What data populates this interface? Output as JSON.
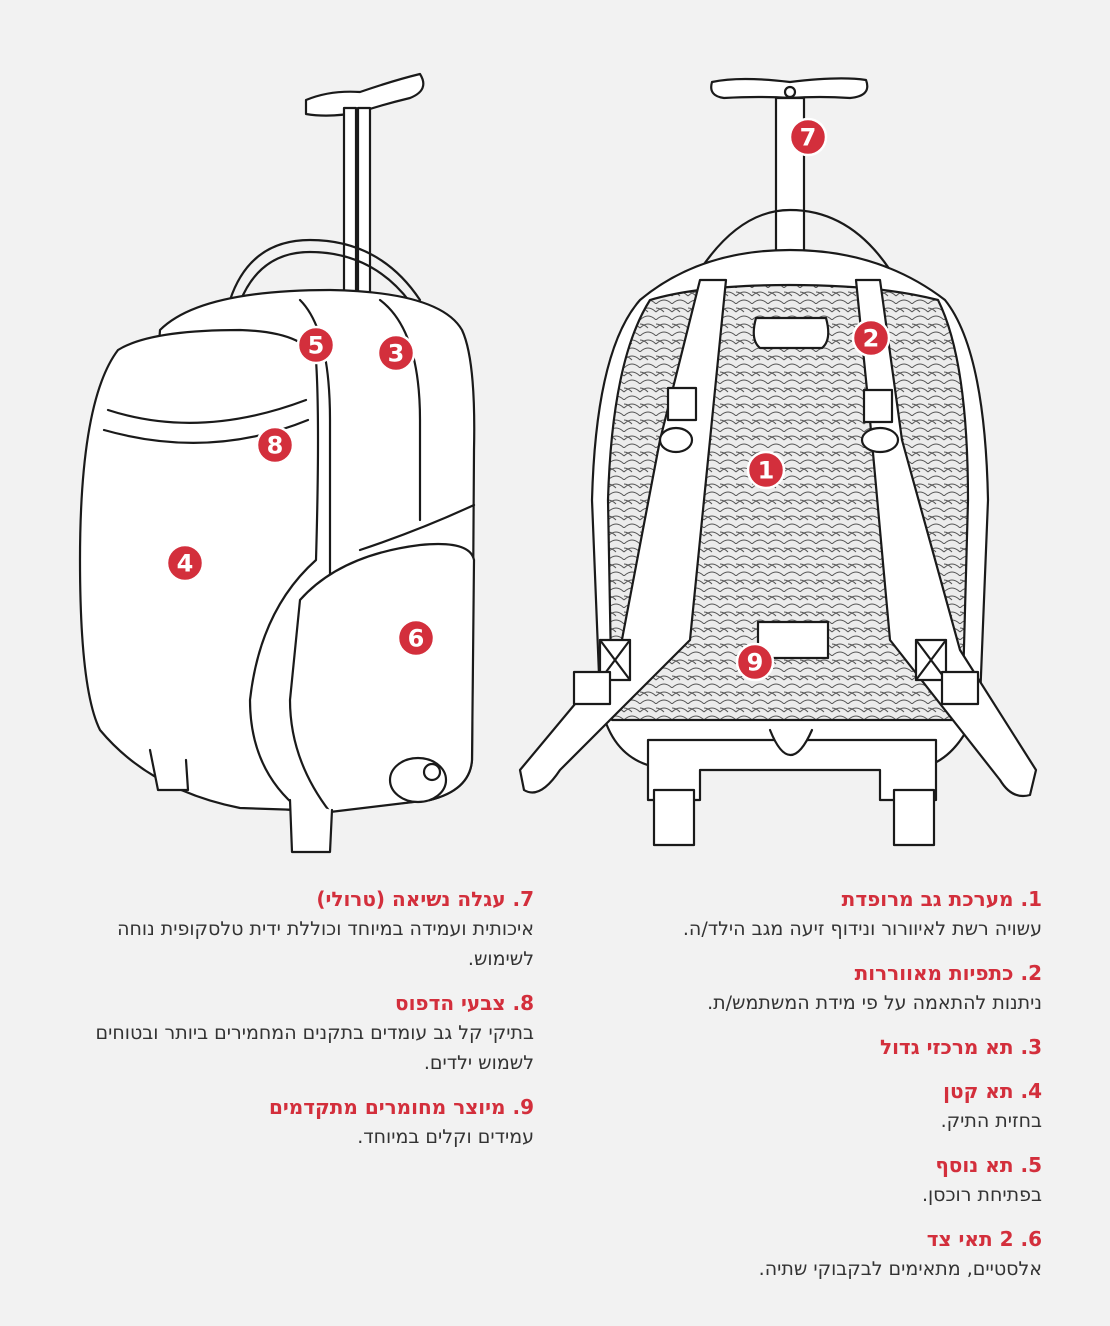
{
  "colors": {
    "accent": "#d32f3c",
    "text": "#333333",
    "background": "#f2f2f2",
    "line": "#1a1a1a"
  },
  "badges": [
    {
      "num": "1"
    },
    {
      "num": "2"
    },
    {
      "num": "3"
    },
    {
      "num": "4"
    },
    {
      "num": "5"
    },
    {
      "num": "6"
    },
    {
      "num": "7"
    },
    {
      "num": "8"
    },
    {
      "num": "9"
    }
  ],
  "features_right": [
    {
      "title": "1. מערכת גב מרופדת",
      "desc": "עשויה רשת לאיוורור ונידוף זיעה מגב הילד/ה."
    },
    {
      "title": "2. כתפיות מאווררות",
      "desc": "ניתנות להתאמה על פי מידת המשתמש/ת."
    },
    {
      "title": "3. תא מרכזי גדול",
      "desc": ""
    },
    {
      "title": "4. תא קטן",
      "desc": "בחזית התיק."
    },
    {
      "title": "5. תא נוסף",
      "desc": "בפתיחת רוכסן."
    },
    {
      "title": "6. 2 תאי צד",
      "desc": "אלסטיים, מתאימים לבקבוקי שתיה."
    }
  ],
  "features_left": [
    {
      "title": "7. עגלה נשיאה (טרולי)",
      "desc": "איכותית ועמידה במיוחד וכוללת ידית טלסקופית נוחה לשימוש."
    },
    {
      "title": "8. צבעי הדפוס",
      "desc": "בתיקי קל גב עומדים בתקנים המחמירים ביותר ובטוחים לשמוש ילדים."
    },
    {
      "title": "9. מיוצר מחומרים מתקדמים",
      "desc": "עמידים וקלים במיוחד."
    }
  ]
}
